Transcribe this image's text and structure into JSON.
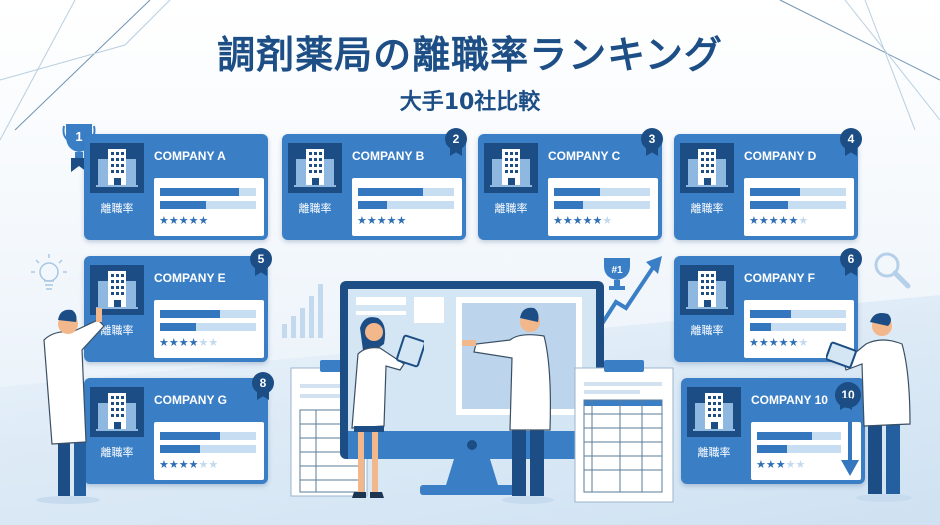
{
  "header": {
    "title": "調剤薬局の離職率ランキング",
    "subtitle": "大手10社比較"
  },
  "colors": {
    "title": "#1d4f86",
    "card_bg": "#3a7fc6",
    "card_dark": "#1c4e85",
    "bar_fill": "#3577bf",
    "bar_track": "#c7ddf2"
  },
  "cards": [
    {
      "rank": "1",
      "name": "COMPANY A",
      "label": "離職率",
      "bar1": 82,
      "bar2": 48,
      "stars": 5,
      "stars_text": "★★★★★",
      "stars_off": ""
    },
    {
      "rank": "2",
      "name": "COMPANY B",
      "label": "離職率",
      "bar1": 68,
      "bar2": 30,
      "stars": 5,
      "stars_text": "★★★★★",
      "stars_off": ""
    },
    {
      "rank": "3",
      "name": "COMPANY C",
      "label": "離職率",
      "bar1": 48,
      "bar2": 30,
      "stars": 5,
      "stars_text": "★★★★★",
      "stars_off": "★"
    },
    {
      "rank": "4",
      "name": "COMPANY D",
      "label": "離職率",
      "bar1": 52,
      "bar2": 40,
      "stars": 5,
      "stars_text": "★★★★★",
      "stars_off": "★"
    },
    {
      "rank": "5",
      "name": "COMPANY E",
      "label": "離職率",
      "bar1": 62,
      "bar2": 38,
      "stars": 4,
      "stars_text": "★★★★",
      "stars_off": "★★"
    },
    {
      "rank": "6",
      "name": "COMPANY F",
      "label": "離職率",
      "bar1": 43,
      "bar2": 22,
      "stars": 5,
      "stars_text": "★★★★★",
      "stars_off": "★"
    },
    {
      "rank": "8",
      "name": "COMPANY G",
      "label": "離職率",
      "bar1": 62,
      "bar2": 42,
      "stars": 4,
      "stars_text": "★★★★",
      "stars_off": "★★"
    },
    {
      "rank": "10",
      "name": "COMPANY 10",
      "label": "離職率",
      "bar1": 66,
      "bar2": 36,
      "stars": 3,
      "stars_text": "★★★",
      "stars_off": "★★"
    }
  ],
  "decor": {
    "trophy_label": "#1",
    "icons": [
      "trophy-icon",
      "lightbulb-icon",
      "magnifier-icon",
      "growth-arrow-icon",
      "down-arrow-icon",
      "bar-chart-icon",
      "clipboard-icon",
      "monitor-icon"
    ]
  }
}
